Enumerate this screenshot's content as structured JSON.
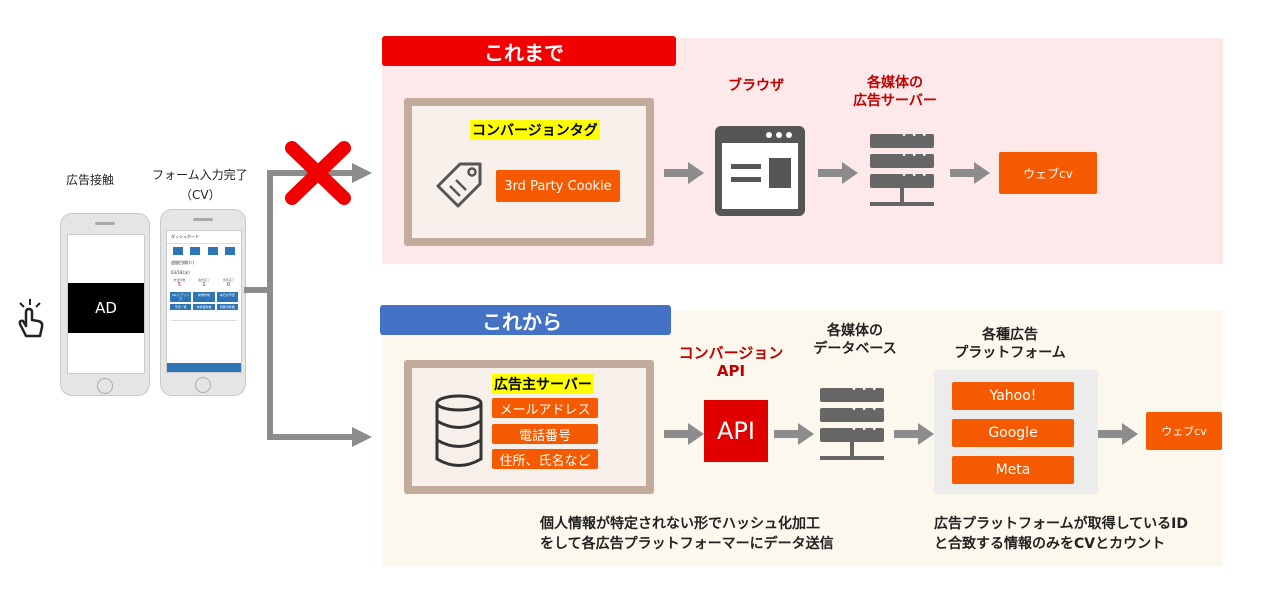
{
  "left": {
    "ad_contact_label": "広告接触",
    "form_complete_label": "フォーム入力完了",
    "cv_label": "（CV）",
    "ad_text": "AD",
    "form_mock": {
      "app_title": "ダッシュボード",
      "row1": "週間目標(ｵﾝ)",
      "date": "03/18(水)",
      "cells": [
        "未達件数",
        "過去完了",
        "当月完了"
      ],
      "values": [
        "5",
        "1",
        "0"
      ],
      "btns": [
        "SO/ヒアリング",
        "新規作成",
        "本日の予定",
        "予定一覧",
        "未処理件数",
        "登録済件数"
      ]
    }
  },
  "top": {
    "header": "これまで",
    "tag_title": "コンバージョンタグ",
    "cookie_label": "3rd Party Cookie",
    "browser_label": "ブラウザ",
    "server_label_1": "各媒体の",
    "server_label_2": "広告サーバー",
    "web_cv": "ウェブcv"
  },
  "bottom": {
    "header": "これから",
    "advertiser_server_title": "広告主サーバー",
    "data_items": [
      "メールアドレス",
      "電話番号",
      "住所、氏名など"
    ],
    "conversion_api_label_1": "コンバージョン",
    "conversion_api_label_2": "API",
    "api_box": "API",
    "db_label_1": "各媒体の",
    "db_label_2": "データベース",
    "platform_label_1": "各種広告",
    "platform_label_2": "プラットフォーム",
    "platforms": [
      "Yahoo!",
      "Google",
      "Meta"
    ],
    "web_cv": "ウェブcv",
    "note_left_1": "個人情報が特定されない形でハッシュ化加工",
    "note_left_2": "をして各広告プラットフォーマーにデータ送信",
    "note_right_1": "広告プラットフォームが取得しているID",
    "note_right_2": "と合致する情報のみをCVとカウント"
  },
  "colors": {
    "red": "#f00000",
    "blue": "#4472c4",
    "orange": "#f55a00",
    "frame": "#c2ab9a",
    "arrow_gray": "#8c8c8c"
  }
}
